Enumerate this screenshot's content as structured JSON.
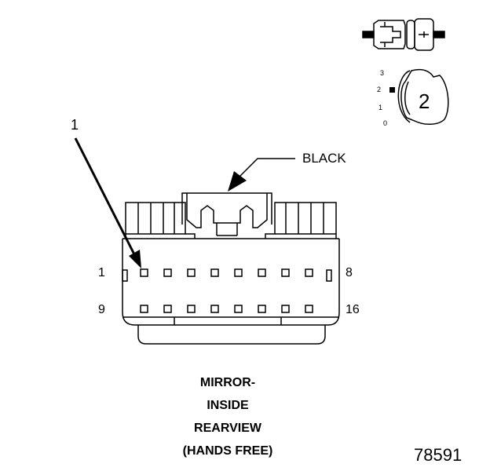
{
  "callouts": {
    "pointer_number": "1",
    "color_label": "BLACK"
  },
  "pin_labels": {
    "top_left": "1",
    "top_right": "8",
    "bottom_left": "9",
    "bottom_right": "16"
  },
  "inset": {
    "position_marks": [
      "3",
      "2",
      "1",
      "0"
    ],
    "position_number": "2"
  },
  "caption_lines": [
    "MIRROR-",
    "INSIDE",
    "REARVIEW",
    "(HANDS FREE)"
  ],
  "figure_number": "78591",
  "colors": {
    "line": "#000000",
    "background": "#ffffff"
  }
}
